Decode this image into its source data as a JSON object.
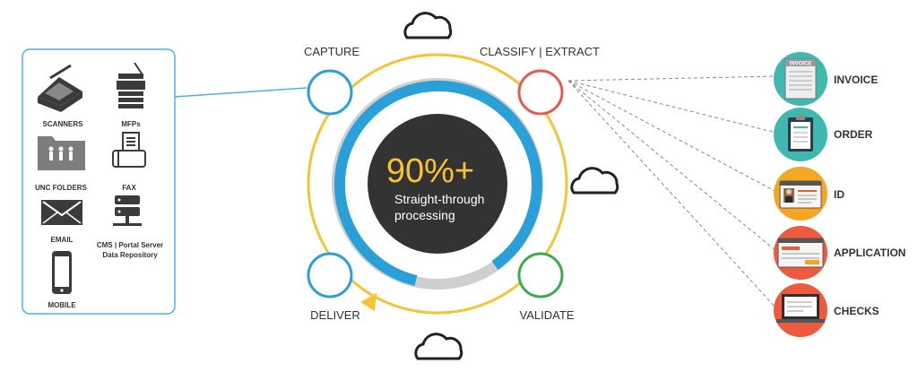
{
  "sources": {
    "scanners": "SCANNERS",
    "mfps": "MFPs",
    "unc_folders": "UNC FOLDERS",
    "fax": "FAX",
    "email": "EMAIL",
    "cms_line1": "CMS | Portal Server",
    "cms_line2": "Data Repository",
    "mobile": "MOBILE"
  },
  "stages": {
    "capture": "CAPTURE",
    "classify": "CLASSIFY | EXTRACT",
    "validate": "VALIDATE",
    "deliver": "DELIVER"
  },
  "center": {
    "value": "90%+",
    "line1": "Straight-through",
    "line2": "processing"
  },
  "documents": [
    {
      "label": "INVOICE",
      "icon": "invoice-icon",
      "color": "#3fb8af"
    },
    {
      "label": "ORDER",
      "icon": "clipboard-icon",
      "color": "#3fb8af"
    },
    {
      "label": "ID",
      "icon": "id-card-icon",
      "color": "#f5a623"
    },
    {
      "label": "APPLICATION",
      "icon": "application-form-icon",
      "color": "#f05a3c"
    },
    {
      "label": "CHECKS",
      "icon": "check-laptop-icon",
      "color": "#f05a3c"
    }
  ],
  "invoice_tag": "INVOICE",
  "colors": {
    "blue": "#2a9fd8",
    "yellow": "#f7c331",
    "red": "#e8584d",
    "green": "#3bab4a",
    "dark": "#333333",
    "gray": "#c8c8c8",
    "teal": "#3fb8af",
    "orange": "#f5a623",
    "coral": "#f05a3c"
  }
}
